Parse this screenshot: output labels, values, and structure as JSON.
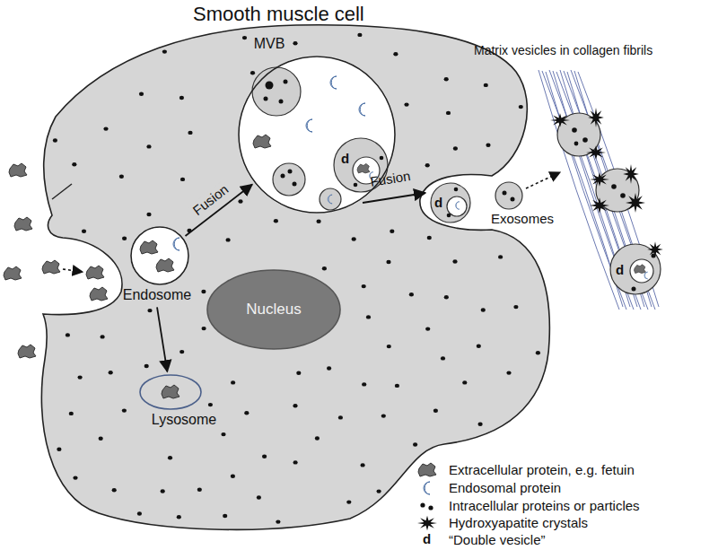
{
  "diagram": {
    "title": "Smooth muscle cell",
    "nodes": [
      {
        "text": [
          "MVB"
        ]
      },
      {
        "text": [
          "Endosome"
        ]
      },
      {
        "text": [
          "Nucleus"
        ]
      },
      {
        "text": [
          "Lysosome"
        ]
      }
    ],
    "edges": [
      {
        "from": 1,
        "to": 0,
        "arrow": "to",
        "label": "Fusion"
      },
      {
        "from": 1,
        "to": 3,
        "arrow": "to"
      }
    ],
    "labels": [
      "d",
      "Fusion",
      "d",
      "Exosomes",
      "Matrix vesicles in collagen fibrils",
      "d",
      "d"
    ],
    "legend": [
      {
        "text": "Extracellular protein, e.g. fetuin"
      },
      {
        "text": "Endosomal protein"
      },
      {
        "text": "Intracellular proteins or particles"
      },
      {
        "text": "Hydroxyapatite crystals"
      },
      {
        "text": "“Double vesicle”"
      }
    ]
  }
}
